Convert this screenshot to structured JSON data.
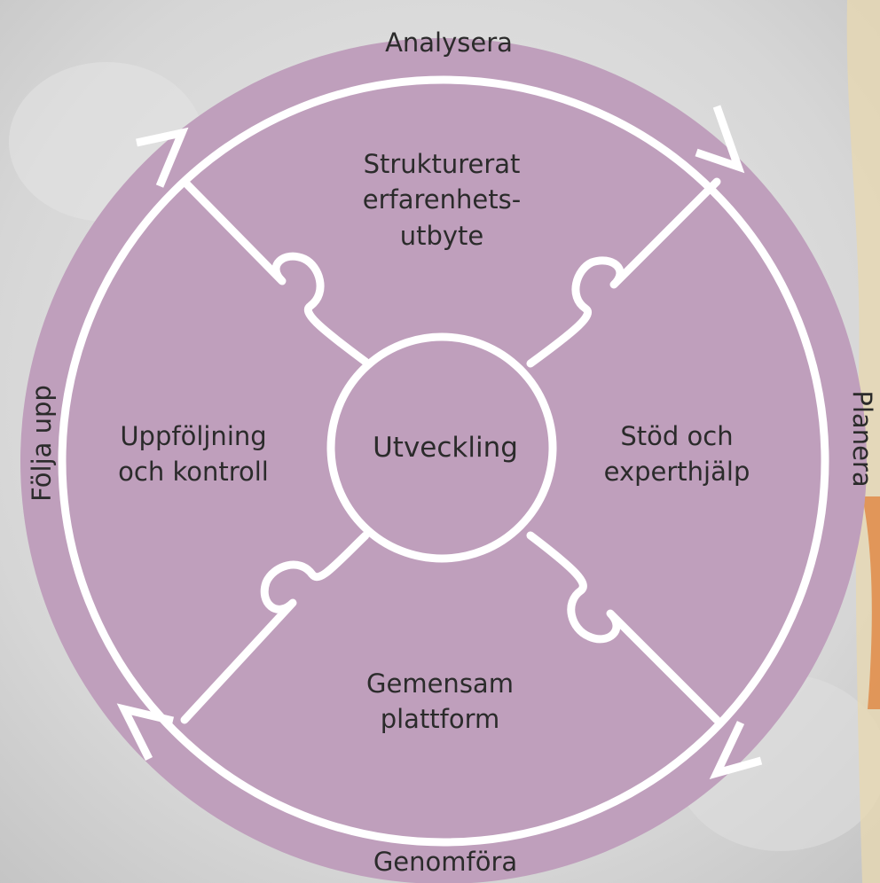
{
  "cycle": {
    "top": "Analysera",
    "right": "Planera",
    "bottom": "Genomföra",
    "left": "Följa upp"
  },
  "center": "Utveckling",
  "pieces": {
    "top": [
      "Strukturerat",
      "erfarenhets-",
      "utbyte"
    ],
    "right": [
      "Stöd och",
      "experthjälp"
    ],
    "bottom": [
      "Gemensam",
      "plattform"
    ],
    "left": [
      "Uppföljning",
      "och kontroll"
    ]
  },
  "colors": {
    "disc": "#bf9fbc",
    "lines": "#ffffff",
    "text": "#2b2b2b"
  }
}
